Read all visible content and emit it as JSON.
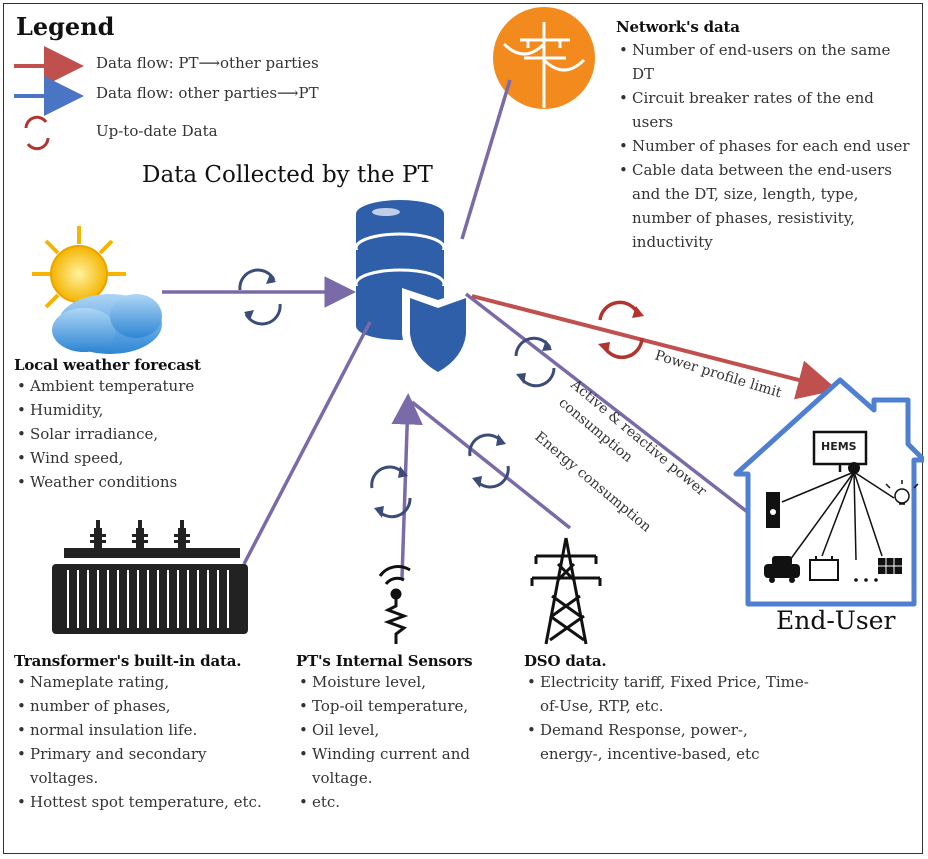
{
  "legend": {
    "title": "Legend",
    "items": [
      {
        "label": "Data  flow: PT⟶other parties",
        "color": "#c0504d"
      },
      {
        "label": "Data  flow: other parties⟶PT",
        "color": "#4a74c4"
      },
      {
        "label": "Up-to-date Data",
        "color": "#b2342f"
      }
    ]
  },
  "main_title": "Data Collected by the PT",
  "network": {
    "title": "Network's data",
    "items": [
      "Number of end-users on the same DT",
      "Circuit breaker rates of the end users",
      "Number of phases for each end user",
      "Cable data between the end-users and the DT, size, length, type, number of phases, resistivity, inductivity"
    ]
  },
  "weather": {
    "title": "Local weather forecast",
    "items": [
      "Ambient temperature",
      "Humidity,",
      "Solar irradiance,",
      "Wind speed,",
      "Weather conditions"
    ]
  },
  "transformer": {
    "title": "Transformer's built-in data.",
    "items": [
      "Nameplate rating,",
      "number of phases,",
      "normal insulation life.",
      "Primary and secondary voltages.",
      "Hottest spot temperature, etc."
    ]
  },
  "sensors": {
    "title": "PT's Internal Sensors",
    "items": [
      "Moisture level,",
      "Top-oil temperature,",
      "Oil level,",
      "Winding current and voltage.",
      "etc."
    ]
  },
  "dso": {
    "title": "DSO data.",
    "items": [
      "Electricity tariff, Fixed Price, Time-of-Use, RTP, etc.",
      "Demand Response, power-, energy-, incentive-based, etc"
    ]
  },
  "flows": {
    "power_profile": "Power profile limit",
    "active_reactive_1": "Active & reactive power",
    "active_reactive_2": "consumption",
    "energy": "Energy consumption"
  },
  "end_user": {
    "label": "End-User",
    "hems": "HEMS"
  },
  "colors": {
    "red_arrow": "#c0504d",
    "purple_arrow": "#7b6aa8",
    "database_blue": "#2e5fa8",
    "house_blue": "#4f7fd0",
    "sync_red": "#b2342f",
    "sync_dark": "#3c4c78",
    "orange": "#f38a1e"
  }
}
